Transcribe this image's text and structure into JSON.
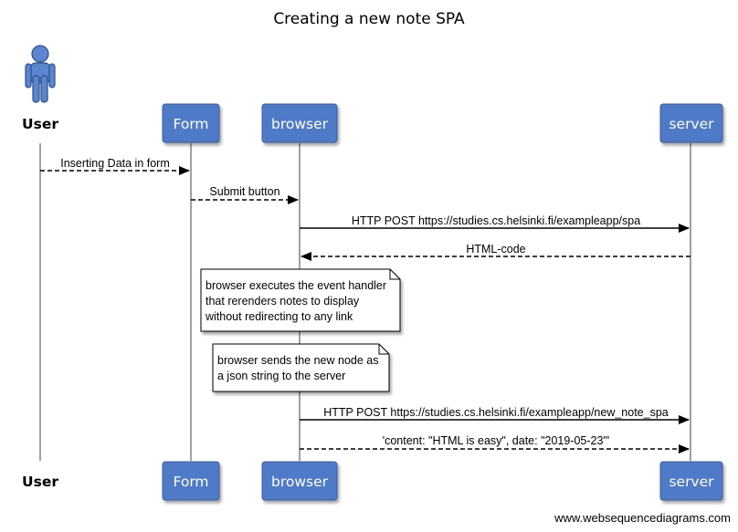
{
  "title": "Creating a new note SPA",
  "participants": {
    "user": "User",
    "form": "Form",
    "browser": "browser",
    "server": "server"
  },
  "messages": [
    {
      "from": "user",
      "to": "form",
      "text": "Inserting Data in form",
      "style": "dashed"
    },
    {
      "from": "form",
      "to": "browser",
      "text": "Submit button",
      "style": "dashed"
    },
    {
      "from": "browser",
      "to": "server",
      "text": "HTTP POST https://studies.cs.helsinki.fi/exampleapp/spa",
      "style": "solid"
    },
    {
      "from": "server",
      "to": "browser",
      "text": "HTML-code",
      "style": "dashed"
    },
    {
      "from": "browser",
      "to": "server",
      "text": "HTTP POST https://studies.cs.helsinki.fi/exampleapp/new_note_spa",
      "style": "solid"
    },
    {
      "from": "browser",
      "to": "server",
      "text": "'content: \"HTML is easy\", date: \"2019-05-23\"'",
      "style": "dashed"
    }
  ],
  "notes": [
    {
      "lines": [
        "browser executes the event handler",
        "that rerenders notes to display",
        "without redirecting to any link"
      ]
    },
    {
      "lines": [
        "browser sends the new node as",
        "a json string to the server"
      ]
    }
  ],
  "footer": "www.websequencediagrams.com",
  "colors": {
    "actor_fill": "#4f7ac7",
    "actor_stroke": "#3a5f9f",
    "user_icon": "#5b86cf",
    "lifeline": "#a0a0a0",
    "note_fill": "#ffffff",
    "note_stroke": "#000000"
  }
}
